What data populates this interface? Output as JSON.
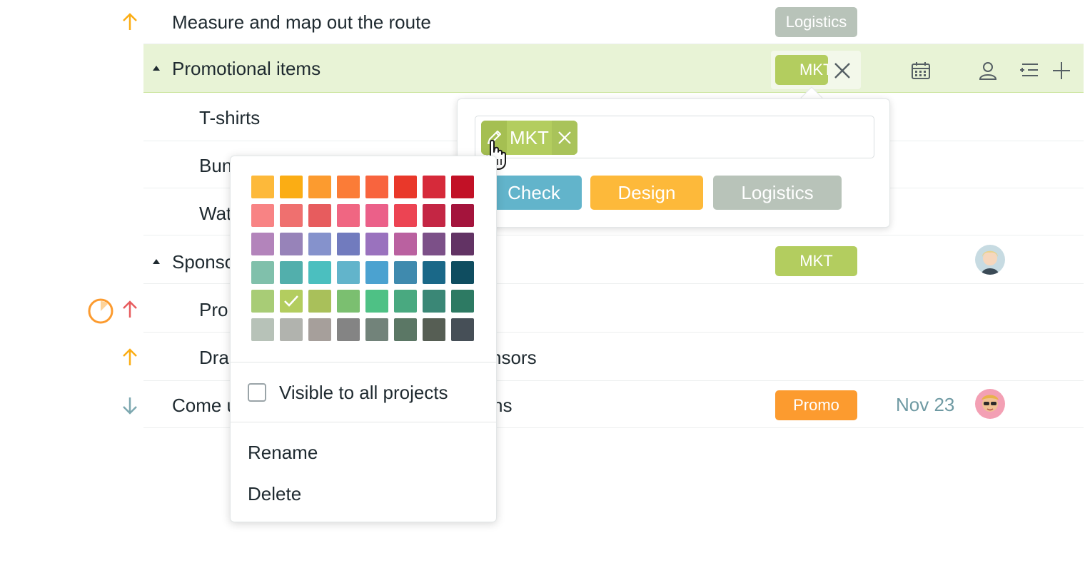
{
  "tasks": [
    {
      "title": "Measure and map out the route",
      "tag": "Logistics"
    },
    {
      "title": "Promotional items",
      "tag": "MKT"
    },
    {
      "title": "T-shirts"
    },
    {
      "title": "Bun"
    },
    {
      "title": "Wat"
    },
    {
      "title": "Sponso",
      "tag": "MKT"
    },
    {
      "title": "Pro"
    },
    {
      "title": "Dra",
      "title_tail": "nsors"
    },
    {
      "title": "Come u",
      "title_tail": "ns",
      "tag": "Promo",
      "date": "Nov 23"
    }
  ],
  "tag_popover": {
    "chip_label": "MKT",
    "options": [
      "Check",
      "Design",
      "Logistics"
    ]
  },
  "color_menu": {
    "visible_label": "Visible to all projects",
    "rename_label": "Rename",
    "delete_label": "Delete",
    "swatches": [
      [
        "#fdb93a",
        "#fbad14",
        "#fc9b2f",
        "#fb7c37",
        "#f8643e",
        "#e9382a",
        "#d62a3a",
        "#c21126"
      ],
      [
        "#f88384",
        "#ef706f",
        "#e75c5e",
        "#f06682",
        "#eb6089",
        "#ec4453",
        "#c42644",
        "#a4143c"
      ],
      [
        "#b384bb",
        "#9783b9",
        "#8592cc",
        "#717bbe",
        "#9a72be",
        "#ba61a0",
        "#7c5088",
        "#623364"
      ],
      [
        "#80c0ab",
        "#52afac",
        "#4bbfbf",
        "#62b4cb",
        "#4ba2d0",
        "#3f8aae",
        "#1a6888",
        "#0f4d60"
      ],
      [
        "#a8cc76",
        "#b3cd5f",
        "#a9c05a",
        "#7bbf70",
        "#4ec185",
        "#49a980",
        "#3a8776",
        "#2d7a63"
      ],
      [
        "#b7c2b8",
        "#b1b3ae",
        "#a69f9b",
        "#848484",
        "#72837a",
        "#5b7765",
        "#565e54",
        "#464f57"
      ]
    ],
    "selected_swatch": "#b3cd5f"
  },
  "colors": {
    "logistics": "#b8c3b9",
    "mkt": "#b3cd5f",
    "check": "#62b4cb",
    "design": "#fdb93a",
    "promo": "#fc9b2f",
    "priority_up": "#fbad14",
    "priority_high": "#e75c5e",
    "priority_down": "#7da8b0"
  }
}
